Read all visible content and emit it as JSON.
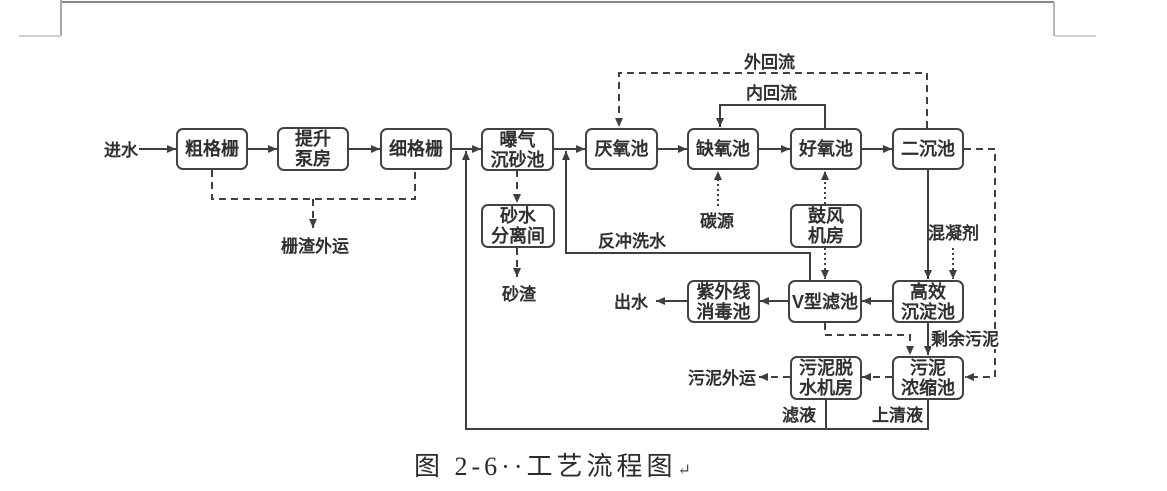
{
  "caption": {
    "text": "图 2-6··工艺流程图",
    "paragraph_mark": "↵"
  },
  "colors": {
    "diagram_line": "#3f3f3f",
    "box_border": "#424242",
    "text": "#2f2f2f",
    "page_edge": "#878787",
    "margin_mark": "#c0c0c0"
  },
  "diagram": {
    "boxes": {
      "coarse_screen": {
        "label": "粗格栅"
      },
      "lift_pump_house": {
        "line1": "提升",
        "line2": "泵房"
      },
      "fine_screen": {
        "label": "细格栅"
      },
      "aerated_grit_chamber": {
        "line1": "曝气",
        "line2": "沉砂池"
      },
      "anaerobic_tank": {
        "label": "厌氧池"
      },
      "anoxic_tank": {
        "label": "缺氧池"
      },
      "aerobic_tank": {
        "label": "好氧池"
      },
      "secondary_clarifier": {
        "label": "二沉池"
      },
      "sand_water_separation": {
        "line1": "砂水",
        "line2": "分离间"
      },
      "blower_room": {
        "line1": "鼓风",
        "line2": "机房"
      },
      "uv_disinfection": {
        "line1": "紫外线",
        "line2": "消毒池"
      },
      "v_type_filter": {
        "label": "V型滤池"
      },
      "high_efficiency_sedimentation": {
        "line1": "高效",
        "line2": "沉淀池"
      },
      "sludge_dewatering_room": {
        "line1": "污泥脱",
        "line2": "水机房"
      },
      "sludge_thickening_tank": {
        "line1": "污泥",
        "line2": "浓缩池"
      }
    },
    "labels": {
      "influent": "进水",
      "screenings_out": "栅渣外运",
      "grit_residue": "砂渣",
      "backwash_water": "反冲洗水",
      "carbon_source": "碳源",
      "external_recycle": "外回流",
      "internal_recycle": "内回流",
      "coagulant": "混凝剂",
      "excess_sludge": "剩余污泥",
      "effluent": "出水",
      "sludge_out": "污泥外运",
      "filtrate": "滤液",
      "supernatant": "上清液"
    }
  }
}
